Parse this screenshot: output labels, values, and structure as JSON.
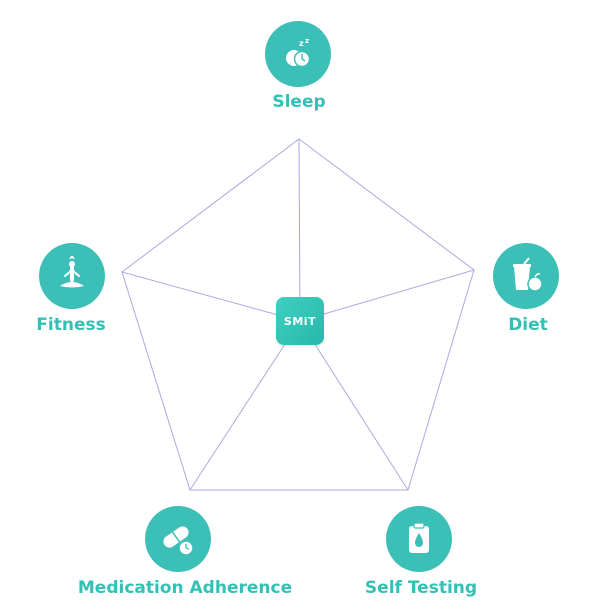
{
  "hub": {
    "logo_text": "SMiT"
  },
  "nodes": [
    {
      "label": "Sleep",
      "icon": "sleep-icon"
    },
    {
      "label": "Diet",
      "icon": "diet-icon"
    },
    {
      "label": "Self Testing",
      "icon": "self-testing-icon"
    },
    {
      "label": "Medication Adherence",
      "icon": "medication-icon"
    },
    {
      "label": "Fitness",
      "icon": "fitness-icon"
    }
  ],
  "colors": {
    "teal": "#3cbfb7",
    "label": "#33c1b5",
    "lines": "#a9a9e2"
  }
}
